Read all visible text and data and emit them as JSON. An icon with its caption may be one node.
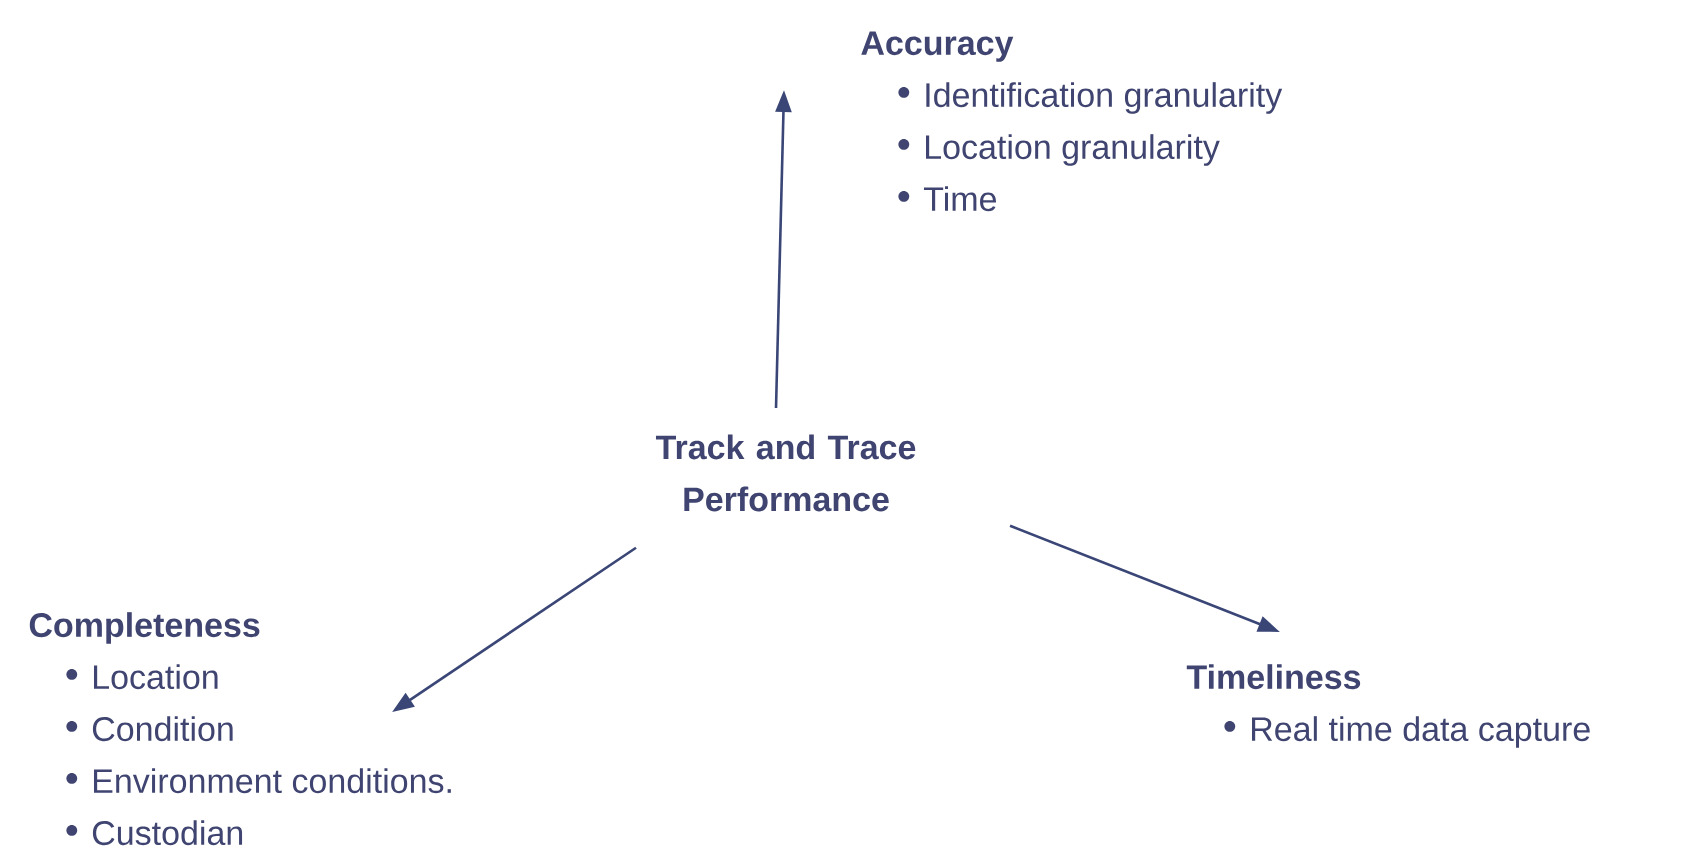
{
  "diagram": {
    "nodes": [
      {
        "text": [
          "Track and Trace Performance"
        ]
      },
      {
        "text": [
          "Accuracy",
          "Identification granularity",
          "Location granularity",
          "Time"
        ]
      },
      {
        "text": [
          "Completeness",
          "Location",
          "Condition",
          "Environment conditions.",
          "Custodian"
        ]
      },
      {
        "text": [
          "Timeliness",
          "Real time data capture"
        ]
      }
    ],
    "edges": [
      {
        "from": 0,
        "to": 1,
        "arrow": "to"
      },
      {
        "from": 0,
        "to": 2,
        "arrow": "to"
      },
      {
        "from": 0,
        "to": 3,
        "arrow": "to"
      }
    ]
  }
}
